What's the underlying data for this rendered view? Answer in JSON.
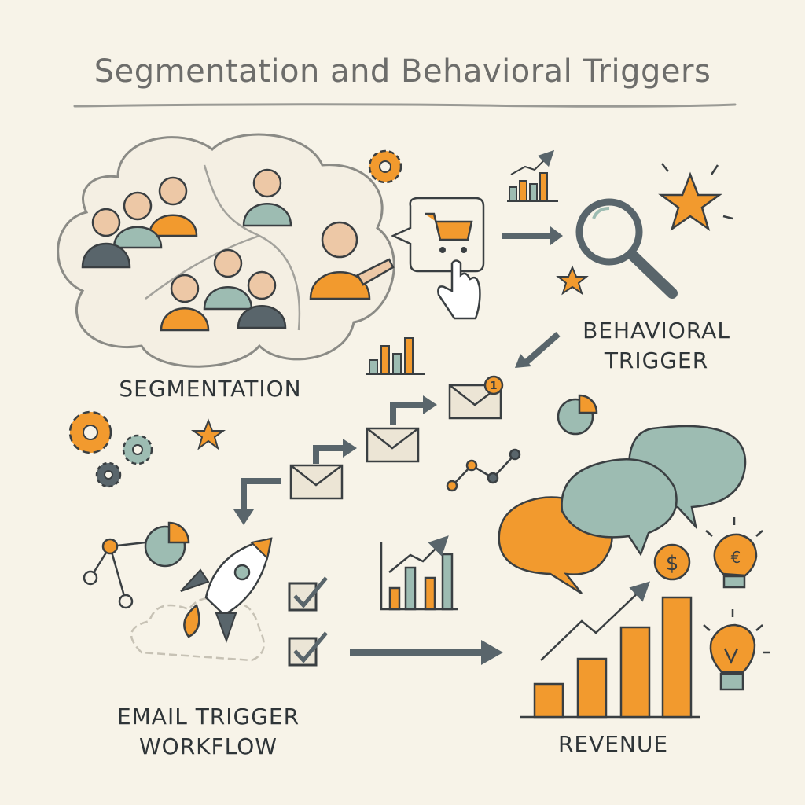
{
  "title": "Segmentation and Behavioral Triggers",
  "labels": {
    "segmentation": "SEGMENTATION",
    "behavioral_trigger_line1": "BEHAVIORAL",
    "behavioral_trigger_line2": "TRIGGER",
    "email_workflow_line1": "EMAIL TRIGGER",
    "email_workflow_line2": "WORKFLOW",
    "revenue": "REVENUE"
  },
  "badges": {
    "email_notification": "1",
    "dollar": "$",
    "euro": "€"
  },
  "icons": [
    "people-cloud-icon",
    "gear-icon",
    "bar-chart-icon",
    "shopping-cart-icon",
    "pointer-hand-icon",
    "magnifier-icon",
    "star-icon",
    "envelope-icon",
    "pie-chart-icon",
    "line-graph-icon",
    "rocket-icon",
    "checkbox-icon",
    "speech-bubble-icon",
    "dollar-coin-icon",
    "lightbulb-icon",
    "arrow-icon"
  ],
  "colors": {
    "background": "#f7f3e8",
    "orange": "#f29a2e",
    "sage": "#9dbcb2",
    "slate": "#59656b",
    "skin": "#edc8a6",
    "ink": "#3a3f42"
  }
}
